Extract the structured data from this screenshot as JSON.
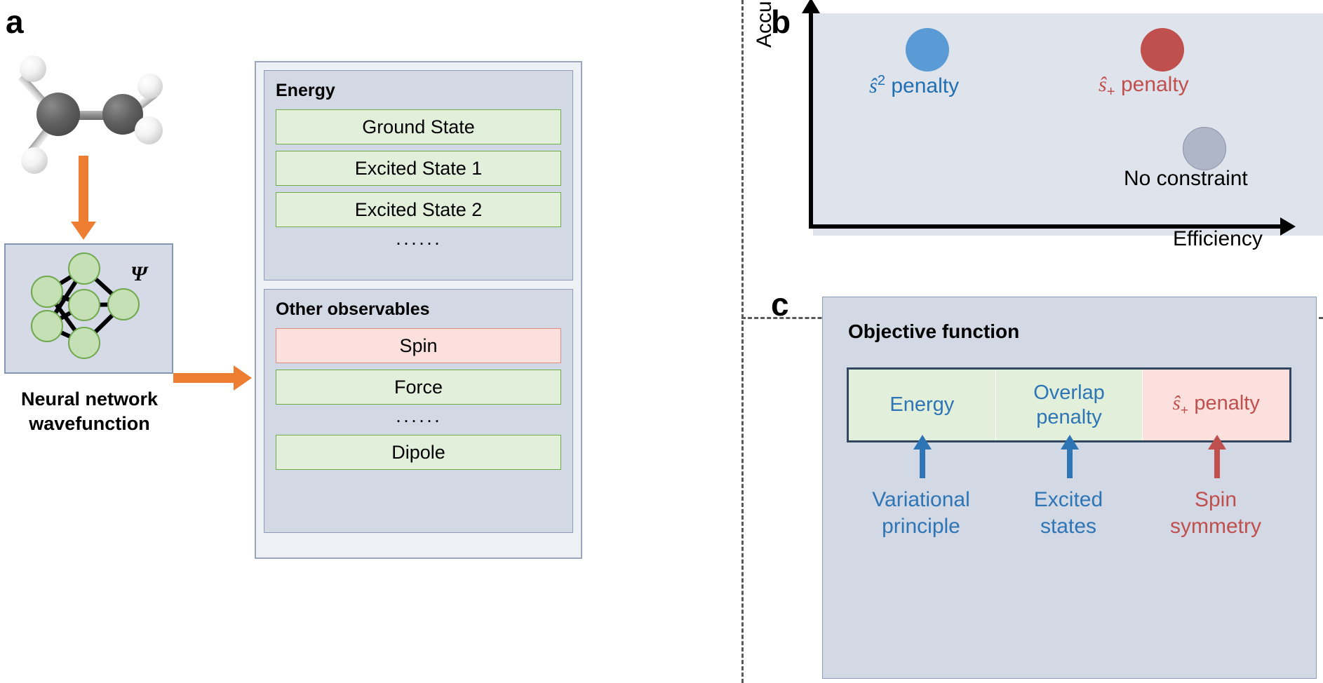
{
  "panels": {
    "a": {
      "letter": "a"
    },
    "b": {
      "letter": "b"
    },
    "c": {
      "letter": "c"
    }
  },
  "panel_a": {
    "molecule_name": "ethylene-molecule",
    "network": {
      "psi_symbol": "Ψ",
      "caption_line1": "Neural network",
      "caption_line2": "wavefunction"
    },
    "energy_group": {
      "title": "Energy",
      "items": [
        "Ground State",
        "Excited State 1",
        "Excited State 2"
      ],
      "ellipsis": "······"
    },
    "other_group": {
      "title": "Other observables",
      "items": [
        {
          "label": "Spin",
          "style": "red"
        },
        {
          "label": "Force",
          "style": "green"
        }
      ],
      "ellipsis": "······",
      "last_item": {
        "label": "Dipole",
        "style": "green"
      }
    }
  },
  "panel_b": {
    "axis_y_label": "Accuracy",
    "axis_x_label": "Efficiency",
    "points": [
      {
        "name": "s2-penalty",
        "label_prefix": "S",
        "label_sup": "2",
        "label_sub": "",
        "label_suffix": " penalty",
        "color": "#5B9BD5",
        "text_color": "#1F6FB2"
      },
      {
        "name": "splus-penalty",
        "label_prefix": "S",
        "label_sup": "",
        "label_sub": "+",
        "label_suffix": " penalty",
        "color": "#C0504D",
        "text_color": "#C0504D"
      },
      {
        "name": "no-constraint",
        "label_prefix": "",
        "label_sup": "",
        "label_sub": "",
        "label_suffix": "No constraint",
        "color": "#AEB6C8",
        "text_color": "#000000"
      }
    ]
  },
  "panel_c": {
    "title": "Objective function",
    "cells": [
      {
        "name": "energy-cell",
        "line1": "Energy",
        "line2": "",
        "style": "green",
        "sup": "",
        "sub": ""
      },
      {
        "name": "overlap-penalty-cell",
        "line1": "Overlap",
        "line2": "penalty",
        "style": "green",
        "sup": "",
        "sub": ""
      },
      {
        "name": "splus-penalty-cell",
        "line1": "S",
        "line2": " penalty",
        "style": "red",
        "sup": "",
        "sub": "+"
      }
    ],
    "footers": [
      {
        "name": "variational-principle",
        "line1": "Variational",
        "line2": "principle",
        "color": "#2E75B6"
      },
      {
        "name": "excited-states",
        "line1": "Excited",
        "line2": "states",
        "color": "#2E75B6"
      },
      {
        "name": "spin-symmetry",
        "line1": "Spin",
        "line2": "symmetry",
        "color": "#C0504D"
      }
    ]
  },
  "colors": {
    "orange_arrow": "#ED7D31",
    "box_fill": "#D2D8E4",
    "green_fill": "#E2EFDA",
    "red_fill": "#FBE0DD",
    "blue_text": "#2E75B6",
    "red_text": "#C0504D",
    "plot_bg": "#DFE3EC"
  }
}
